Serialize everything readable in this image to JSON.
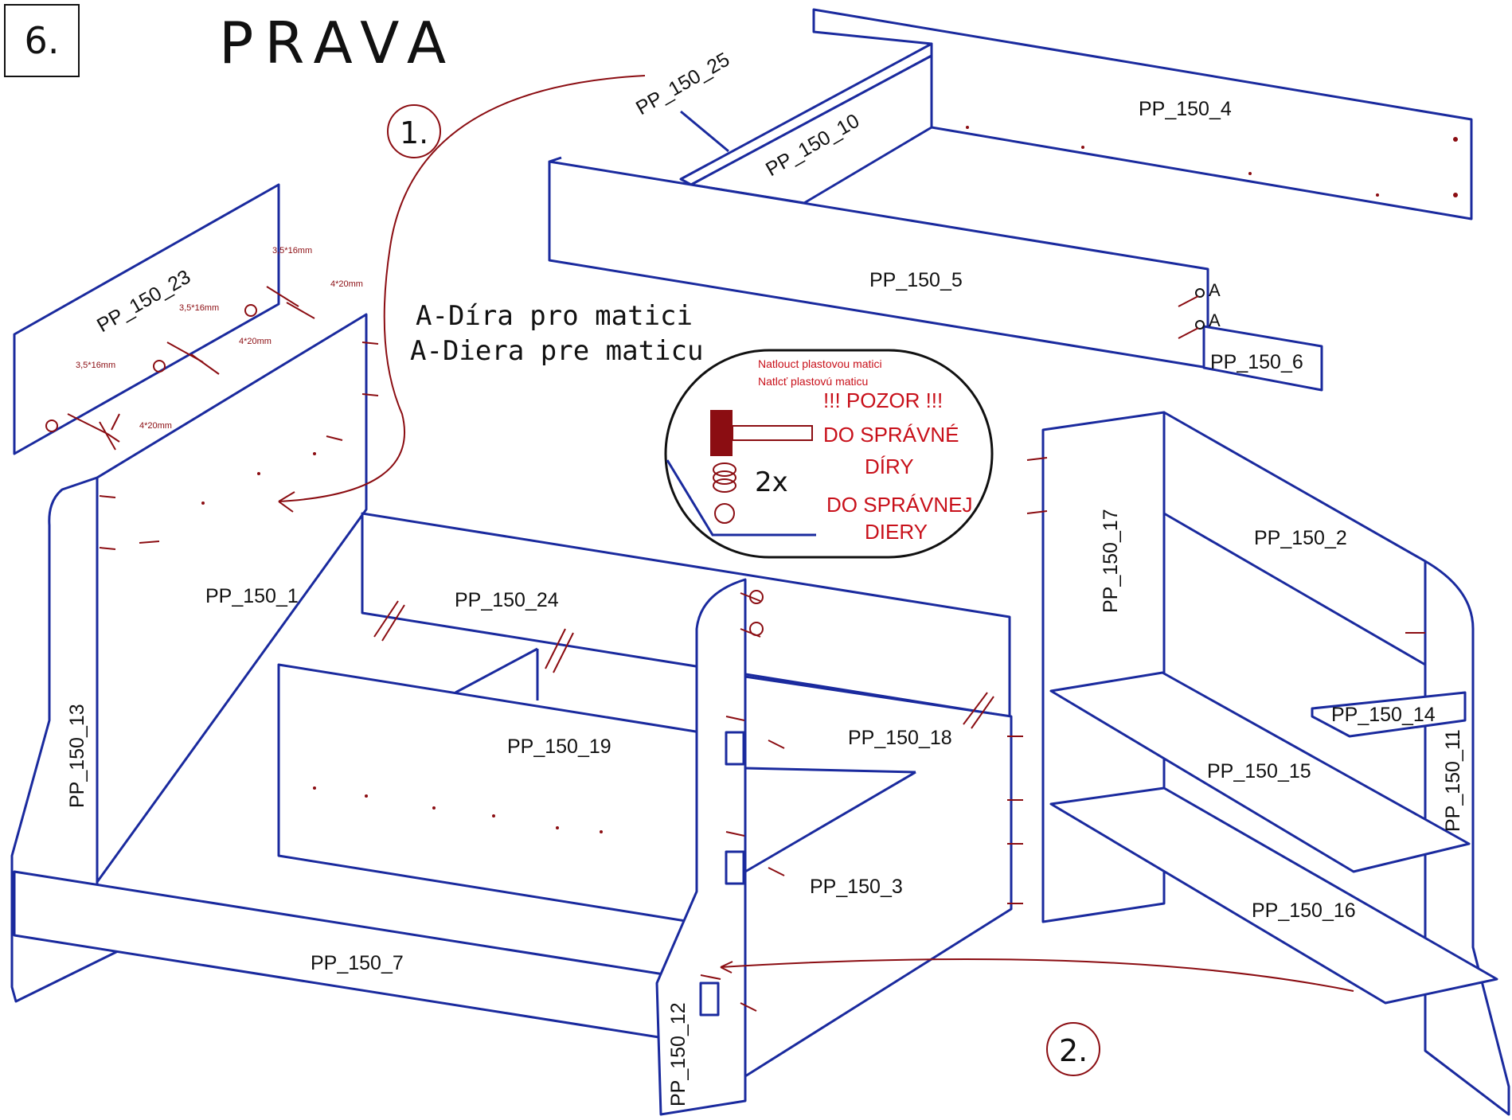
{
  "step": {
    "number": "6."
  },
  "title": "PRAVA",
  "sub_steps": {
    "first": "1.",
    "second": "2."
  },
  "hole_note": {
    "line1": "A-Díra pro matici",
    "line2": "A-Diera pre maticu",
    "marker": "A"
  },
  "warning_box": {
    "line_cz_small": "Natlouct plastovou matici",
    "line_sk_small": "Natlcť plastovú maticu",
    "pozor": "!!! POZOR !!!",
    "cz1": "DO SPRÁVNÉ",
    "cz2": "DÍRY",
    "sk1": "DO SPRÁVNEJ",
    "sk2": "DIERY",
    "count": "2x"
  },
  "screw_specs": {
    "spec_a": "3,5*16mm",
    "spec_b": "4*20mm"
  },
  "parts": {
    "p1": "PP_150_1",
    "p2": "PP_150_2",
    "p3": "PP_150_3",
    "p4": "PP_150_4",
    "p5": "PP_150_5",
    "p6": "PP_150_6",
    "p7": "PP_150_7",
    "p10": "PP_150_10",
    "p11": "PP_150_11",
    "p12": "PP_150_12",
    "p13": "PP_150_13",
    "p14": "PP_150_14",
    "p15": "PP_150_15",
    "p16": "PP_150_16",
    "p17": "PP_150_17",
    "p18": "PP_150_18",
    "p19": "PP_150_19",
    "p23": "PP_150_23",
    "p24": "PP_150_24",
    "p25": "PP_150_25"
  },
  "colors": {
    "panel_line": "#1a2a9e",
    "hardware": "#8b0d12",
    "warning_text": "#c8101a"
  }
}
